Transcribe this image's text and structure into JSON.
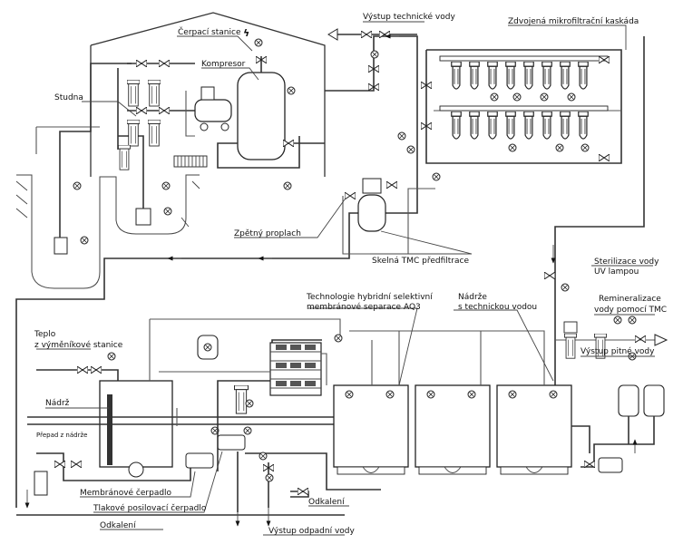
{
  "labels": {
    "vystup_technicke_vody": "Výstup technické vody",
    "zdvojena_kaskada": "Zdvojená mikrofiltrační kaskáda",
    "cerpaci_stanice": "Čerpací stanice",
    "kompresor": "Kompresor",
    "studna": "Studna",
    "zpetny_proplach": "Zpětný proplach",
    "sklena_tmc": "Skelná TMC předfiltrace",
    "sterilizace_1": "Sterilizace vody",
    "sterilizace_2": "UV lampou",
    "technologie_1": "Technologie hybridní selektivní",
    "technologie_2": "membránové separace AQ3",
    "nadrze_1": "Nádrže",
    "nadrze_2": "s technickou vodou",
    "remineralizace_1": "Remineralizace",
    "remineralizace_2": "vody pomocí TMC",
    "teplo_1": "Teplo",
    "teplo_2": "z výměníkové stanice",
    "vystup_pitne_vody": "Výstup pitné vody",
    "nadrz": "Nádrž",
    "prepad_z_nadrze": "Přepad z nádrže",
    "membranove_cerpadlo": "Membránové čerpadlo",
    "tlakove_cerpadlo": "Tlakové posilovací čerpadlo",
    "odkaleni_right": "Odkalení",
    "odkaleni_bottom": "Odkalení",
    "vystup_odpadni_vody": "Výstup odpadní vody"
  }
}
